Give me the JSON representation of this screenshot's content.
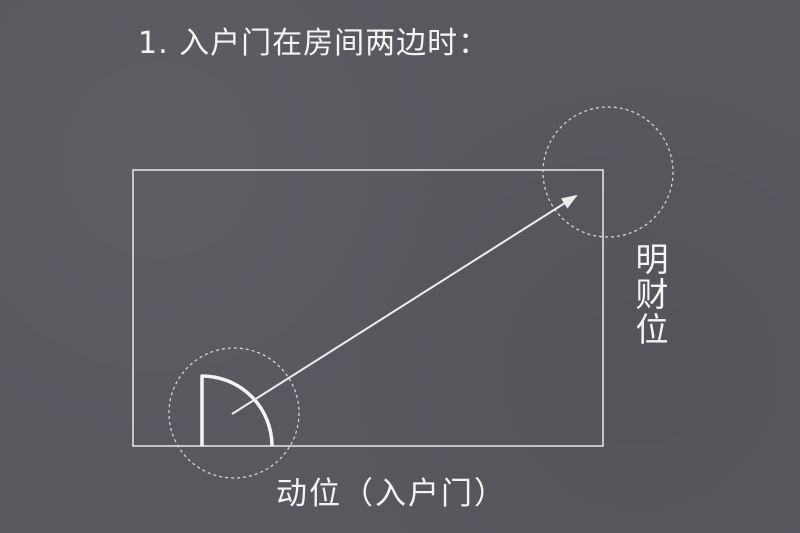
{
  "title": "1. 入户门在房间两边时：",
  "caption": "动位（入户门）",
  "vertical_label": "明财位",
  "colors": {
    "background": "#58585f",
    "line": "#f4f4f4",
    "dashed": "#d8d8d8"
  }
}
